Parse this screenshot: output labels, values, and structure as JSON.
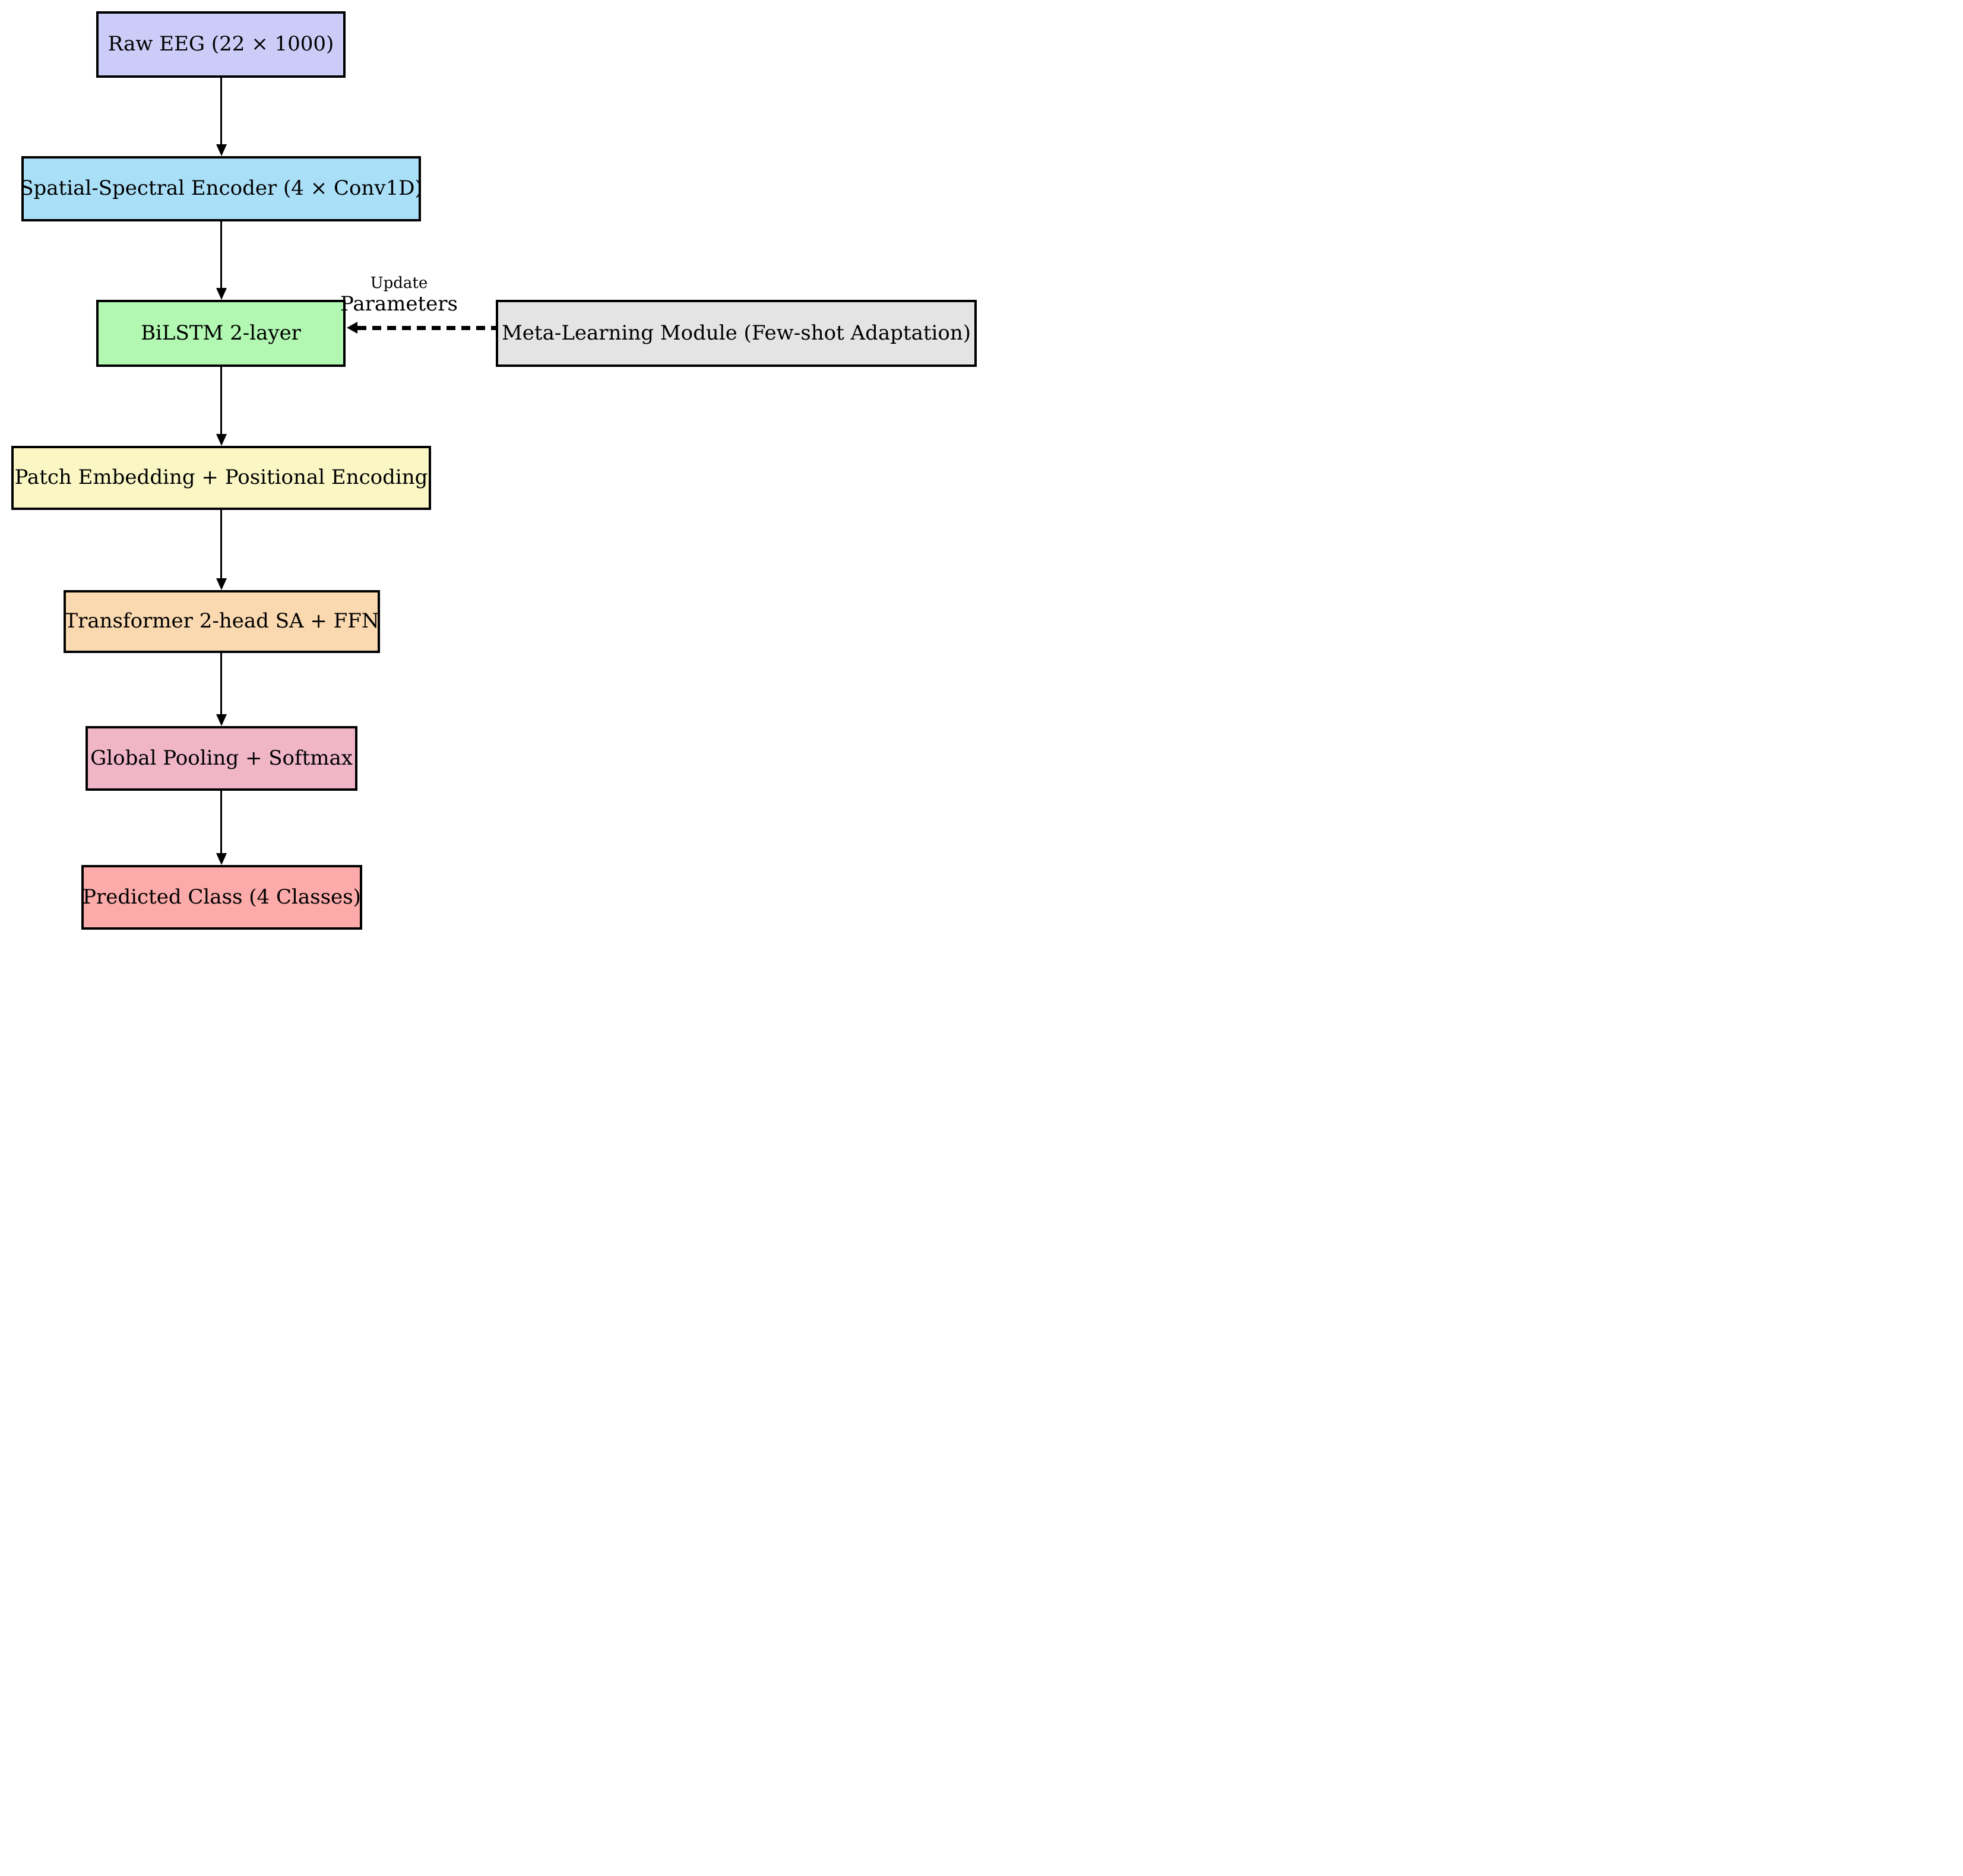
{
  "diagram": {
    "type": "flowchart",
    "background": "#ffffff",
    "stroke_color": "#000000",
    "nodes": [
      {
        "id": "raw-eeg",
        "label": "Raw EEG (22 × 1000)",
        "fill": "#CCCCF8"
      },
      {
        "id": "encoder",
        "label": "Spatial-Spectral Encoder (4 × Conv1D)",
        "fill": "#AADFF8"
      },
      {
        "id": "bilstm",
        "label": "BiLSTM 2-layer",
        "fill": "#B2F8B2"
      },
      {
        "id": "meta",
        "label": "Meta-Learning Module (Few-shot Adaptation)",
        "fill": "#E4E4E4"
      },
      {
        "id": "patch",
        "label": "Patch Embedding + Positional Encoding",
        "fill": "#FAF7C5"
      },
      {
        "id": "transformer",
        "label": "Transformer 2-head SA + FFN",
        "fill": "#FBD9B0"
      },
      {
        "id": "pooling",
        "label": "Global Pooling + Softmax",
        "fill": "#F0B6C8"
      },
      {
        "id": "predicted",
        "label": "Predicted Class (4 Classes)",
        "fill": "#FCAAAA"
      }
    ],
    "edges": [
      {
        "from": "raw-eeg",
        "to": "encoder",
        "style": "solid",
        "label": ""
      },
      {
        "from": "encoder",
        "to": "bilstm",
        "style": "solid",
        "label": ""
      },
      {
        "from": "bilstm",
        "to": "patch",
        "style": "solid",
        "label": ""
      },
      {
        "from": "patch",
        "to": "transformer",
        "style": "solid",
        "label": ""
      },
      {
        "from": "transformer",
        "to": "pooling",
        "style": "solid",
        "label": ""
      },
      {
        "from": "pooling",
        "to": "predicted",
        "style": "solid",
        "label": ""
      },
      {
        "from": "meta",
        "to": "bilstm",
        "style": "dashed",
        "label": "Update Parameters"
      }
    ],
    "edge_label": {
      "line1": "Update",
      "line2": "Parameters"
    }
  }
}
